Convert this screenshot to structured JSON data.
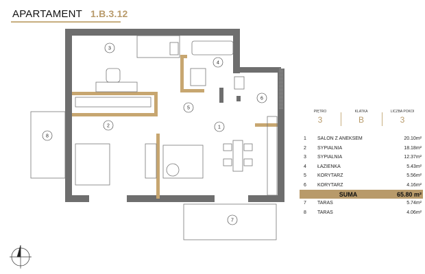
{
  "header": {
    "title": "APARTAMENT",
    "number": "1.B.3.12"
  },
  "summary": {
    "floor_label": "PIĘTRO",
    "floor": "3",
    "stair_label": "KLATKA",
    "stair": "B",
    "rooms_label": "LICZBA POKOI",
    "rooms": "3"
  },
  "rooms": [
    {
      "n": "1",
      "name": "SALON Z ANEKSEM",
      "area": "20.10m²"
    },
    {
      "n": "2",
      "name": "SYPIALNIA",
      "area": "18.18m²"
    },
    {
      "n": "3",
      "name": "SYPIALNIA",
      "area": "12.37m²"
    },
    {
      "n": "4",
      "name": "ŁAZIENKA",
      "area": "5.43m²"
    },
    {
      "n": "5",
      "name": "KORYTARZ",
      "area": "5.56m²"
    },
    {
      "n": "6",
      "name": "KORYTARZ",
      "area": "4.16m²"
    }
  ],
  "total": {
    "label": "SUMA",
    "area": "65.80 m²"
  },
  "terraces": [
    {
      "n": "7",
      "name": "TARAS",
      "area": "5.74m²"
    },
    {
      "n": "8",
      "name": "TARAS",
      "area": "4.06m²"
    }
  ],
  "colors": {
    "wall": "#6e6e6e",
    "accent": "#b89a6a"
  }
}
